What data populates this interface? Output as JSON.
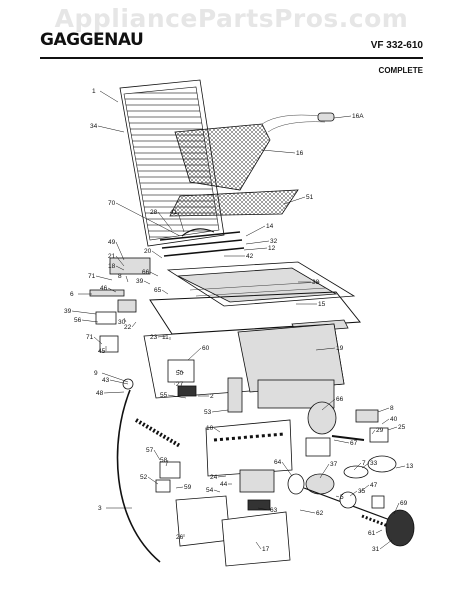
{
  "watermark": "AppliancePartsPros.com",
  "header": {
    "brand": "GAGGENAU",
    "model": "VF 332-610",
    "subtitle": "COMPLETE"
  },
  "callouts": [
    "1",
    "34",
    "16A",
    "16",
    "51",
    "70",
    "28",
    "41",
    "14",
    "32",
    "12",
    "42",
    "49",
    "20",
    "21",
    "18",
    "71",
    "66",
    "38",
    "39",
    "8",
    "46",
    "65",
    "15",
    "6",
    "39",
    "56",
    "30",
    "22",
    "23",
    "11",
    "71",
    "45",
    "19",
    "60",
    "9",
    "43",
    "50",
    "27",
    "48",
    "55",
    "2",
    "53",
    "66",
    "8",
    "40",
    "10",
    "67",
    "29",
    "25",
    "7",
    "33",
    "13",
    "37",
    "57",
    "58",
    "52",
    "59",
    "24",
    "44",
    "54",
    "64",
    "47",
    "35",
    "5",
    "69",
    "3",
    "26",
    "63",
    "62",
    "61",
    "31",
    "17"
  ]
}
